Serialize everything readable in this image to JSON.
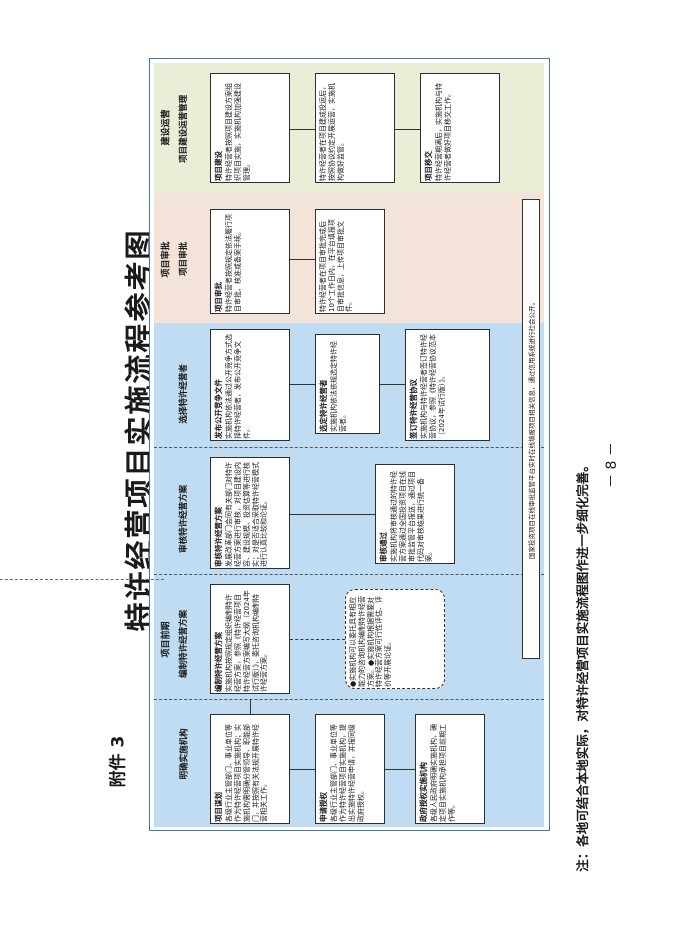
{
  "attachment": "附件 3",
  "title": "特许经营项目实施流程参考图",
  "phases": {
    "preliminary": "项目前期",
    "approval": "项目审批",
    "operation": "建设运营"
  },
  "stages": [
    "明确实施机构",
    "编制特许经营方案",
    "审核特许经营方案",
    "选择特许经营者",
    "项目审批",
    "项目建设运营管理"
  ],
  "boxes": {
    "project_plan": {
      "title": "项目谋划",
      "text": "各级行业主管部门、事业单位等作为特许经营项目实施机构；实施机构需明确分管领导、职能部门，并按照有关法规开展特许经营相关工作。"
    },
    "apply": {
      "title": "申请授权",
      "text": "各级行业主管部门、事业单位等作为特许经营项目实施机构，提出实施特许经营申请，并报同级政府授权。"
    },
    "authorize": {
      "title": "政府授权实施机构",
      "text": "各级人民政府明确实施机构，确定项目实施机构承担项目前期工作等。"
    },
    "prepare_plan": {
      "title": "编制特许经营方案",
      "text": "实施机构按照规定组织编制特许经营方案，参照《特许经营项目特许经营方案编写大纲（2024年试行版）》，委托咨询机构编制特许经营方案。"
    },
    "consult_note": {
      "text": "●实施机构可以委托具有相应能力的咨询机构编制特许经营方案。●实施机构根据需要对特许经营方案可行性评估、评价等开展论证。"
    },
    "review_plan": {
      "title": "审核特许经营方案",
      "text": "发展改革部门会同有关部门对特许经营方案进行审核，对项目建设内容、建设规模、投资估算等进行核实；对是否适合采取特许经营模式进行认真比较和论证。"
    },
    "review_result": {
      "title": "审核通过",
      "text": "实施机构将审核通过的特许经营方案通过全国投资项目在线审批监管平台报送，通过项目代码对审核结果进行统一备案。"
    },
    "public_bid": {
      "title": "发布公开竞争文件",
      "text": "实施机构依法通过公开竞争方式选择特许经营者，发布公开竞争文件。"
    },
    "select": {
      "title": "选定特许经营者",
      "text": "实施机构依法依规选定特许经营者。"
    },
    "sign": {
      "title": "签订特许经营协议",
      "text": "实施机构与特许经营者签订特许经营协议，参照《特许经营协议范本（2024年试行版）》。"
    },
    "approval_box": {
      "title": "项目审批",
      "text": "特许经营者按照规定依法履行项目审批、核准或备案手续。"
    },
    "approval_upload": {
      "text": "特许经营者在项目审批完成后10个工作日内，在平台填报项目审批信息，上传项目审批文件。"
    },
    "build": {
      "title": "项目建设",
      "text": "特许经营者按照项目建设方案组织项目实施，实施机构加强建设管理。"
    },
    "operate": {
      "text": "特许经营者在项目建成投运后，按照协议约定开展运营，实施机构做好监管。"
    },
    "transfer": {
      "title": "项目移交",
      "text": "特许经营期满后，实施机构与特许经营者做好项目移交工作。"
    }
  },
  "footer_box": "国家投资项目在线审批监管平台实时在线填报项目相关信息，通过信用系统进行社会公开。",
  "note": "注：各地可结合本地实际，对特许经营项目实施流程图作进一步细化完善。",
  "page_number": "－ 8 －"
}
